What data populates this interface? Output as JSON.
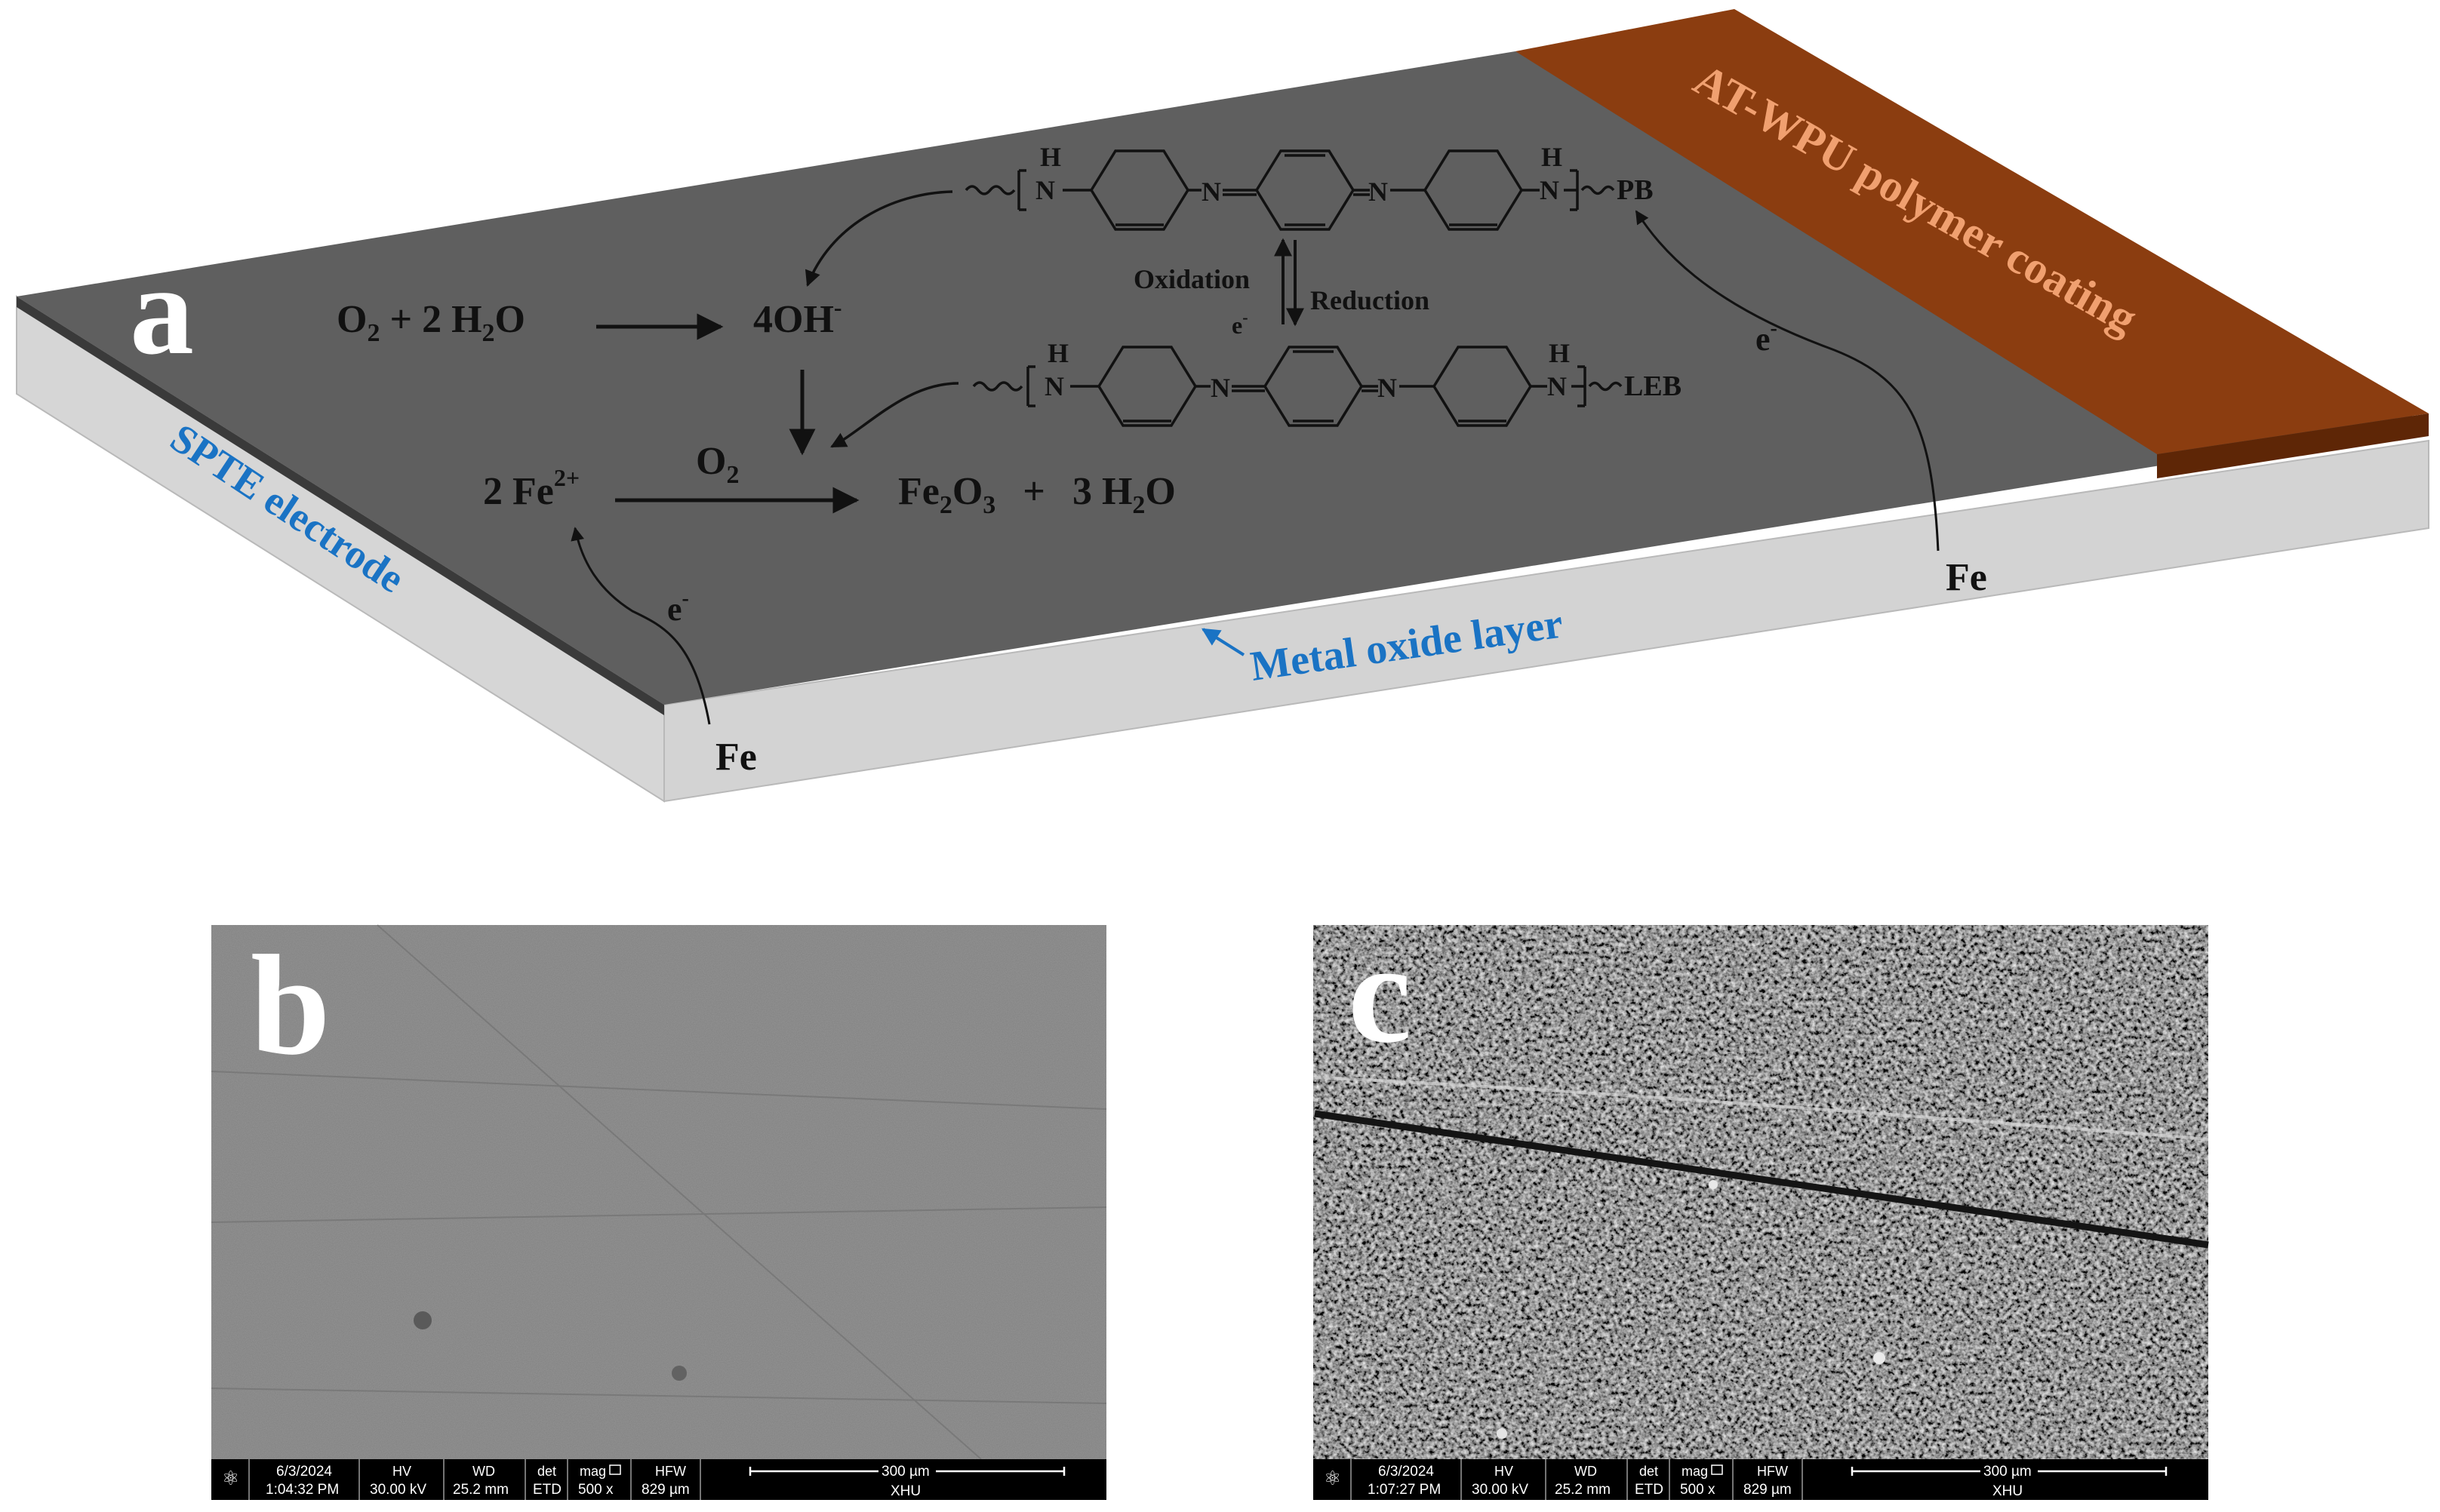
{
  "panel_a": {
    "letter": "a",
    "reaction1": {
      "left": "O",
      "left_sub": "2",
      "mid": " + 2 H",
      "mid_sub": "2",
      "end": "O",
      "product": "4OH",
      "product_sup": "-"
    },
    "reaction2": {
      "reactant": "2 Fe",
      "reactant_sup": "2+",
      "over_arrow": "O",
      "over_arrow_sub": "2",
      "product1": "Fe",
      "product1_sub1": "2",
      "product1_mid": "O",
      "product1_sub2": "3",
      "plus": "+",
      "product2": "3 H",
      "product2_sub": "2",
      "product2_end": "O"
    },
    "pb_label": "PB",
    "leb_label": "LEB",
    "oxidation": "Oxidation",
    "reduction": "Reduction",
    "electron_mid": "e",
    "electron_mid_sup": "-",
    "electron_left": "e",
    "electron_left_sup": "-",
    "electron_right": "e",
    "electron_right_sup": "-",
    "fe_left": "Fe",
    "fe_right": "Fe",
    "n_label": "N",
    "h_label": "H",
    "spte_label": "SPTE electrode",
    "metal_oxide_label": "Metal oxide layer",
    "coating_label": "AT-WPU  polymer coating",
    "colors": {
      "surface": "#5f5f5f",
      "edge": "#d4d4d4",
      "coating_top": "#8b3d10",
      "coating_side": "#6a2c08",
      "blue": "#1a73c4",
      "coat_text": "#f0a070"
    }
  },
  "panel_b": {
    "letter": "b",
    "info": {
      "date": "6/3/2024",
      "time": "1:04:32 PM",
      "hv_label": "HV",
      "hv": "30.00 kV",
      "wd_label": "WD",
      "wd": "25.2 mm",
      "det_label": "det",
      "det": "ETD",
      "mag_label": "mag",
      "mag": "500 x",
      "hfw_label": "HFW",
      "hfw": "829 µm",
      "scale": "300 µm",
      "inst": "XHU"
    }
  },
  "panel_c": {
    "letter": "c",
    "info": {
      "date": "6/3/2024",
      "time": "1:07:27 PM",
      "hv_label": "HV",
      "hv": "30.00 kV",
      "wd_label": "WD",
      "wd": "25.2 mm",
      "det_label": "det",
      "det": "ETD",
      "mag_label": "mag",
      "mag": "500 x",
      "hfw_label": "HFW",
      "hfw": "829 µm",
      "scale": "300 µm",
      "inst": "XHU"
    }
  }
}
